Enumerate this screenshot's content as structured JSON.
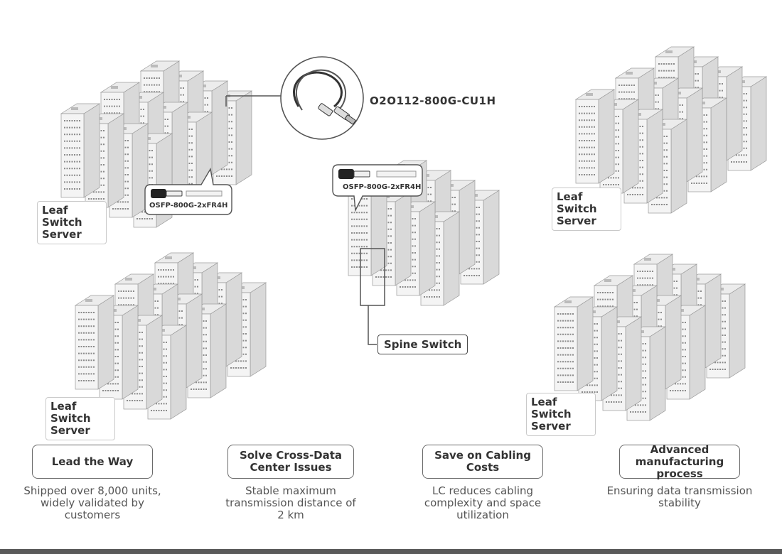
{
  "cable": {
    "part_number": "O2O112-800G-CU1H"
  },
  "modules": {
    "left": "OSFP-800G-2xFR4H",
    "center": "OSFP-800G-2xFR4H"
  },
  "clusters": {
    "top_left": {
      "line1": "Leaf Switch",
      "line2": "Server"
    },
    "top_right": {
      "line1": "Leaf Switch",
      "line2": "Server"
    },
    "bottom_left": {
      "line1": "Leaf Switch",
      "line2": "Server"
    },
    "bottom_right": {
      "line1": "Leaf Switch",
      "line2": "Server"
    },
    "center": {
      "label": "Spine Switch"
    }
  },
  "features": [
    {
      "title": "Lead the Way",
      "desc": "Shipped over 8,000 units, widely validated by customers"
    },
    {
      "title": "Solve Cross-Data Center Issues",
      "desc": "Stable maximum transmission distance of 2 km"
    },
    {
      "title": "Save on Cabling Costs",
      "desc": "LC reduces cabling complexity and space utilization"
    },
    {
      "title": "Advanced manufacturing process",
      "desc": "Ensuring data transmission stability"
    }
  ],
  "colors": {
    "rack_front": "#f4f4f4",
    "rack_side": "#d9d9d9",
    "rack_top": "#ececec",
    "rack_line": "#9a9a9a",
    "footer": "#5a5a5a"
  }
}
